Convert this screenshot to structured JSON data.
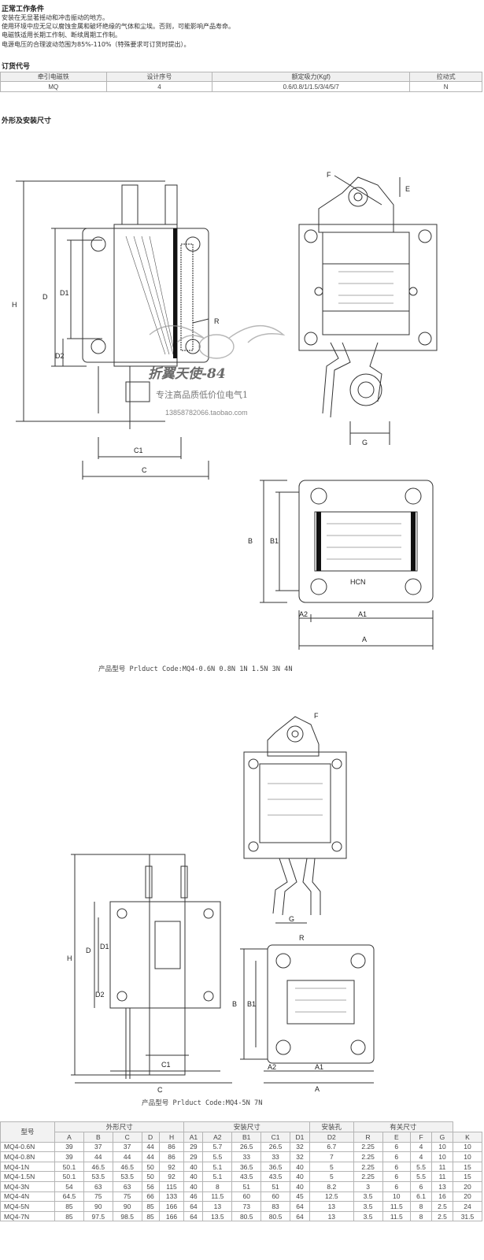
{
  "conditions": {
    "title": "正常工作条件",
    "lines": [
      "安装在无显著摇动和冲击振动的地方。",
      "使用环境中应无足以腐蚀金属和破坏绝缘的气体和尘埃。否则，可能影响产品寿命。",
      "电磁铁适用长期工作制、断续周期工作制。",
      "电源电压的合理波动范围为85%-110%（特殊要求可订货时提出）。"
    ]
  },
  "order": {
    "title": "订货代号",
    "headers": [
      "牵引电磁铁",
      "设计序号",
      "额定吸力(Kgf)",
      "拉动式"
    ],
    "row": [
      "MQ",
      "4",
      "0.6/0.8/1/1.5/3/4/5/7",
      "N"
    ]
  },
  "outline": {
    "title": "外形及安装尺寸",
    "caption1": "产品型号 Prlduct Code:MQ4-0.6N 0.8N 1N 1.5N 3N 4N",
    "caption2": "产品型号 Prlduct Code:MQ4-5N 7N",
    "labels": {
      "H": "H",
      "D": "D",
      "D1": "D1",
      "D2": "D2",
      "R": "R",
      "C": "C",
      "C1": "C1",
      "F": "F",
      "E": "E",
      "G": "G",
      "B": "B",
      "B1": "B1",
      "A": "A",
      "A1": "A1",
      "A2": "A2",
      "HCN": "HCN"
    },
    "watermark": {
      "line1": "折翼天使-84",
      "line2": "专注高品质低价位电气1",
      "line3": "13858782066.taobao.com"
    }
  },
  "spec": {
    "model_header": "型号",
    "groups": [
      {
        "name": "外形尺寸",
        "span": 5
      },
      {
        "name": "安装尺寸",
        "span": 5
      },
      {
        "name": "安装孔",
        "span": 1
      },
      {
        "name": "有关尺寸",
        "span": 4
      }
    ],
    "columns": [
      "A",
      "B",
      "C",
      "D",
      "H",
      "A1",
      "A2",
      "B1",
      "C1",
      "D1",
      "D2",
      "R",
      "E",
      "F",
      "G",
      "K"
    ],
    "rows": [
      [
        "MQ4-0.6N",
        "39",
        "37",
        "37",
        "44",
        "86",
        "29",
        "5.7",
        "26.5",
        "26.5",
        "32",
        "6.7",
        "2.25",
        "6",
        "4",
        "10",
        "10"
      ],
      [
        "MQ4-0.8N",
        "39",
        "44",
        "44",
        "44",
        "86",
        "29",
        "5.5",
        "33",
        "33",
        "32",
        "7",
        "2.25",
        "6",
        "4",
        "10",
        "10"
      ],
      [
        "MQ4-1N",
        "50.1",
        "46.5",
        "46.5",
        "50",
        "92",
        "40",
        "5.1",
        "36.5",
        "36.5",
        "40",
        "5",
        "2.25",
        "6",
        "5.5",
        "11",
        "15"
      ],
      [
        "MQ4-1.5N",
        "50.1",
        "53.5",
        "53.5",
        "50",
        "92",
        "40",
        "5.1",
        "43.5",
        "43.5",
        "40",
        "5",
        "2.25",
        "6",
        "5.5",
        "11",
        "15"
      ],
      [
        "MQ4-3N",
        "54",
        "63",
        "63",
        "56",
        "115",
        "40",
        "8",
        "51",
        "51",
        "40",
        "8.2",
        "3",
        "6",
        "6",
        "13",
        "20"
      ],
      [
        "MQ4-4N",
        "64.5",
        "75",
        "75",
        "66",
        "133",
        "46",
        "11.5",
        "60",
        "60",
        "45",
        "12.5",
        "3.5",
        "10",
        "6.1",
        "16",
        "20"
      ],
      [
        "MQ4-5N",
        "85",
        "90",
        "90",
        "85",
        "166",
        "64",
        "13",
        "73",
        "83",
        "64",
        "13",
        "3.5",
        "11.5",
        "8",
        "2.5",
        "24"
      ],
      [
        "MQ4-7N",
        "85",
        "97.5",
        "98.5",
        "85",
        "166",
        "64",
        "13.5",
        "80.5",
        "80.5",
        "64",
        "13",
        "3.5",
        "11.5",
        "8",
        "2.5",
        "31.5"
      ]
    ]
  }
}
